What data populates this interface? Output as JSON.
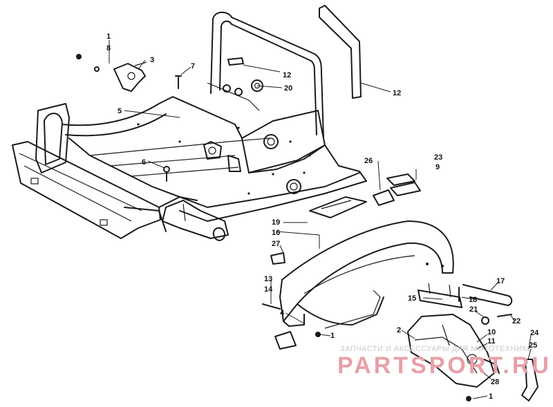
{
  "diagram": {
    "callouts": [
      {
        "id": "c1a",
        "text": "1"
      },
      {
        "id": "c8",
        "text": "8"
      },
      {
        "id": "c3",
        "text": "3"
      },
      {
        "id": "c7",
        "text": "7"
      },
      {
        "id": "c12a",
        "text": "12"
      },
      {
        "id": "c20",
        "text": "20"
      },
      {
        "id": "c12b",
        "text": "12"
      },
      {
        "id": "c5",
        "text": "5"
      },
      {
        "id": "c6",
        "text": "6"
      },
      {
        "id": "c26",
        "text": "26"
      },
      {
        "id": "c23",
        "text": "23"
      },
      {
        "id": "c9",
        "text": "9"
      },
      {
        "id": "c19",
        "text": "19"
      },
      {
        "id": "c16",
        "text": "16"
      },
      {
        "id": "c27",
        "text": "27"
      },
      {
        "id": "c13",
        "text": "13"
      },
      {
        "id": "c14",
        "text": "14"
      },
      {
        "id": "c17",
        "text": "17"
      },
      {
        "id": "c18",
        "text": "18"
      },
      {
        "id": "c15",
        "text": "15"
      },
      {
        "id": "c21",
        "text": "21"
      },
      {
        "id": "c22",
        "text": "22"
      },
      {
        "id": "c4",
        "text": "4"
      },
      {
        "id": "c1b",
        "text": "1"
      },
      {
        "id": "c2",
        "text": "2"
      },
      {
        "id": "c10",
        "text": "10"
      },
      {
        "id": "c11",
        "text": "11"
      },
      {
        "id": "c24",
        "text": "24"
      },
      {
        "id": "c25",
        "text": "25"
      },
      {
        "id": "c28",
        "text": "28"
      },
      {
        "id": "c1c",
        "text": "1"
      }
    ],
    "watermark": {
      "caption": "ЗАПЧАСТИ И АКСЕССУАРЫ ДЛЯ МОТОТЕХНИКИ",
      "brand": "PARTSPORT.RU"
    }
  }
}
